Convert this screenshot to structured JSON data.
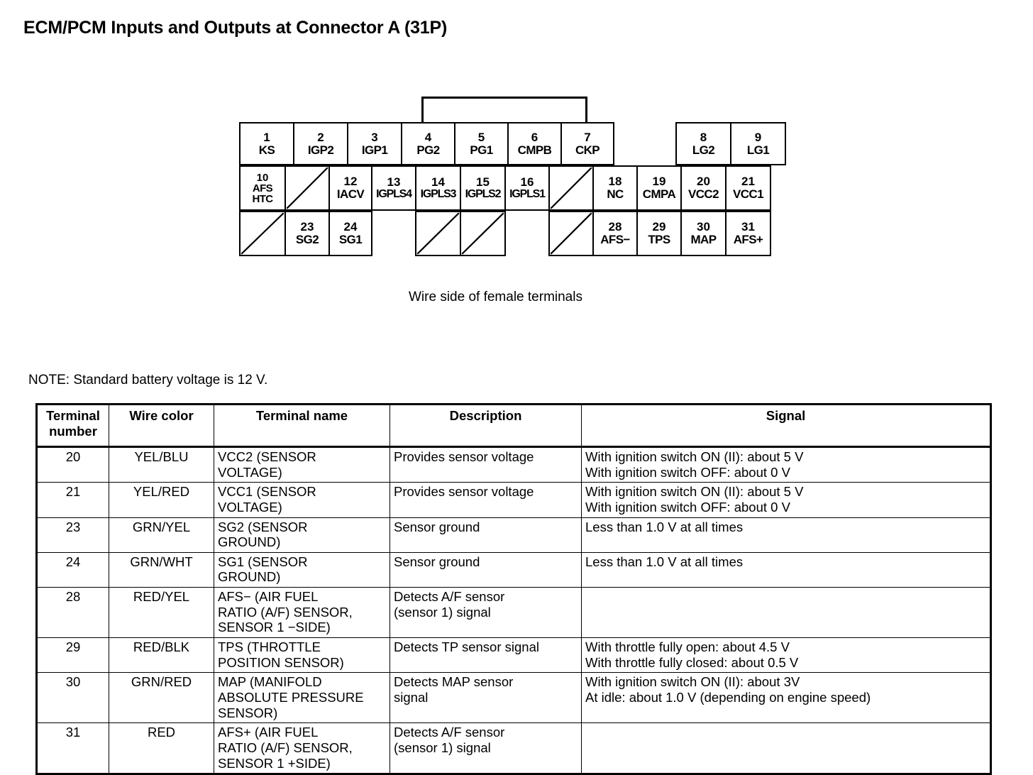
{
  "title": "ECM/PCM Inputs and Outputs at Connector A (31P)",
  "diagram": {
    "caption": "Wire side of female terminals",
    "row1": [
      {
        "num": "1",
        "name": "KS",
        "w": 78,
        "kind": "pin"
      },
      {
        "num": "2",
        "name": "IGP2",
        "w": 78,
        "kind": "pin"
      },
      {
        "num": "3",
        "name": "IGP1",
        "w": 78,
        "kind": "pin"
      },
      {
        "num": "4",
        "name": "PG2",
        "w": 77,
        "kind": "pin"
      },
      {
        "num": "5",
        "name": "PG1",
        "w": 77,
        "kind": "pin"
      },
      {
        "num": "6",
        "name": "CMPB",
        "w": 77,
        "kind": "pin"
      },
      {
        "num": "7",
        "name": "CKP",
        "w": 76,
        "kind": "pin"
      }
    ],
    "row1b": [
      {
        "num": "8",
        "name": "LG2",
        "w": 79,
        "kind": "pin"
      },
      {
        "num": "9",
        "name": "LG1",
        "w": 79,
        "kind": "pin"
      }
    ],
    "row2": [
      {
        "num": "10",
        "name": "AFS",
        "name2": "HTC",
        "w": 66,
        "kind": "pin3"
      },
      {
        "num": "",
        "name": "",
        "w": 64,
        "kind": "slash"
      },
      {
        "num": "12",
        "name": "IACV",
        "w": 62,
        "kind": "pin"
      },
      {
        "num": "13",
        "name": "IGPLS4",
        "w": 64,
        "kind": "pin-narrow"
      },
      {
        "num": "14",
        "name": "IGPLS3",
        "w": 65,
        "kind": "pin-narrow"
      },
      {
        "num": "15",
        "name": "IGPLS2",
        "w": 65,
        "kind": "pin-narrow"
      },
      {
        "num": "16",
        "name": "IGPLS1",
        "w": 64,
        "kind": "pin-narrow"
      },
      {
        "num": "",
        "name": "",
        "w": 64,
        "kind": "slash"
      },
      {
        "num": "18",
        "name": "NC",
        "w": 64,
        "kind": "pin"
      },
      {
        "num": "19",
        "name": "CMPA",
        "w": 64,
        "kind": "pin"
      },
      {
        "num": "20",
        "name": "VCC2",
        "w": 65,
        "kind": "pin"
      },
      {
        "num": "21",
        "name": "VCC1",
        "w": 65,
        "kind": "pin"
      }
    ],
    "row3": [
      {
        "num": "",
        "name": "",
        "w": 66,
        "kind": "slash"
      },
      {
        "num": "23",
        "name": "SG2",
        "w": 64,
        "kind": "pin"
      },
      {
        "num": "24",
        "name": "SG1",
        "w": 62,
        "kind": "pin"
      },
      {
        "num": "",
        "name": "",
        "w": 64,
        "kind": "hole"
      },
      {
        "num": "",
        "name": "",
        "w": 65,
        "kind": "slash"
      },
      {
        "num": "",
        "name": "",
        "w": 65,
        "kind": "slash"
      },
      {
        "num": "",
        "name": "",
        "w": 64,
        "kind": "hole"
      },
      {
        "num": "",
        "name": "",
        "w": 64,
        "kind": "slash"
      },
      {
        "num": "28",
        "name": "AFS−",
        "w": 64,
        "kind": "pin"
      },
      {
        "num": "29",
        "name": "TPS",
        "w": 64,
        "kind": "pin"
      },
      {
        "num": "30",
        "name": "MAP",
        "w": 65,
        "kind": "pin"
      },
      {
        "num": "31",
        "name": "AFS+",
        "w": 65,
        "kind": "pin"
      }
    ]
  },
  "note": "NOTE: Standard battery voltage is 12 V.",
  "table": {
    "headers": {
      "terminal_number": "Terminal\nnumber",
      "terminal_number_l1": "Terminal",
      "terminal_number_l2": "number",
      "wire_color": "Wire color",
      "terminal_name": "Terminal name",
      "description": "Description",
      "signal": "Signal"
    },
    "rows": [
      {
        "number": "20",
        "wire_color": "YEL/BLU",
        "terminal_name": [
          "VCC2 (SENSOR",
          "VOLTAGE)"
        ],
        "description": [
          "Provides sensor voltage"
        ],
        "signal": [
          "With ignition switch ON (II): about 5 V",
          "With ignition switch OFF: about 0 V"
        ]
      },
      {
        "number": "21",
        "wire_color": "YEL/RED",
        "terminal_name": [
          "VCC1 (SENSOR",
          "VOLTAGE)"
        ],
        "description": [
          "Provides sensor voltage"
        ],
        "signal": [
          "With ignition switch ON (II): about 5 V",
          "With ignition switch OFF: about 0 V"
        ]
      },
      {
        "number": "23",
        "wire_color": "GRN/YEL",
        "terminal_name": [
          "SG2 (SENSOR",
          "GROUND)"
        ],
        "description": [
          "Sensor ground"
        ],
        "signal": [
          "Less than 1.0 V at all times"
        ]
      },
      {
        "number": "24",
        "wire_color": "GRN/WHT",
        "terminal_name": [
          "SG1 (SENSOR",
          "GROUND)"
        ],
        "description": [
          "Sensor ground"
        ],
        "signal": [
          "Less than 1.0 V at all times"
        ]
      },
      {
        "number": "28",
        "wire_color": "RED/YEL",
        "terminal_name": [
          "AFS− (AIR FUEL",
          "RATIO (A/F) SENSOR,",
          "SENSOR 1 −SIDE)"
        ],
        "description": [
          "Detects A/F sensor",
          "(sensor 1) signal"
        ],
        "signal": []
      },
      {
        "number": "29",
        "wire_color": "RED/BLK",
        "terminal_name": [
          "TPS (THROTTLE",
          "POSITION SENSOR)"
        ],
        "description": [
          "Detects TP sensor signal"
        ],
        "signal": [
          "With throttle fully open: about 4.5 V",
          "With throttle fully closed: about 0.5 V"
        ]
      },
      {
        "number": "30",
        "wire_color": "GRN/RED",
        "terminal_name": [
          "MAP (MANIFOLD",
          "ABSOLUTE PRESSURE",
          "SENSOR)"
        ],
        "description": [
          "Detects MAP sensor",
          "signal"
        ],
        "signal": [
          "With ignition switch ON (II): about 3V",
          "At idle: about 1.0 V (depending on engine speed)"
        ]
      },
      {
        "number": "31",
        "wire_color": "RED",
        "terminal_name": [
          "AFS+ (AIR FUEL",
          "RATIO (A/F) SENSOR,",
          "SENSOR 1 +SIDE)"
        ],
        "description": [
          "Detects A/F sensor",
          "(sensor 1) signal"
        ],
        "signal": []
      }
    ]
  }
}
